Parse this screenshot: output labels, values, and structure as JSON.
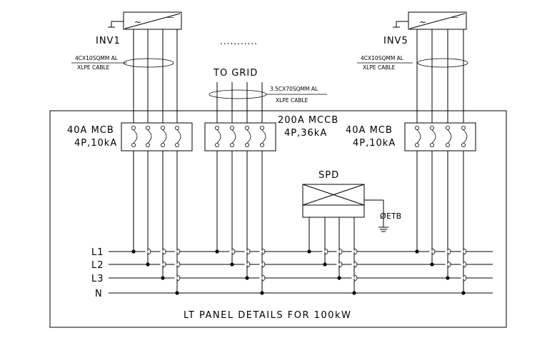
{
  "inverters": [
    {
      "name": "INV1"
    },
    {
      "name": "INV5"
    }
  ],
  "ellipsis": "...........",
  "grid_label": "TO GRID",
  "cables": {
    "inverter_cable": [
      "4CX10SQMM AL",
      "XLPE CABLE"
    ],
    "grid_cable": [
      "3.5CX70SQMM AL",
      "XLPE CABLE"
    ]
  },
  "breakers": {
    "inverter_mcb": [
      "40A MCB",
      "4P,10kA"
    ],
    "grid_mccb": [
      "200A MCCB",
      "4P,36kA"
    ]
  },
  "spd": {
    "label": "SPD",
    "earth_label": "ETB",
    "earth_symbol": "Ø"
  },
  "busbars": [
    "L1",
    "L2",
    "L3",
    "N"
  ],
  "inverter_symbols": {
    "ac": "~",
    "dc": "—"
  },
  "panel_title": "LT PANEL DETAILS FOR 100kW"
}
